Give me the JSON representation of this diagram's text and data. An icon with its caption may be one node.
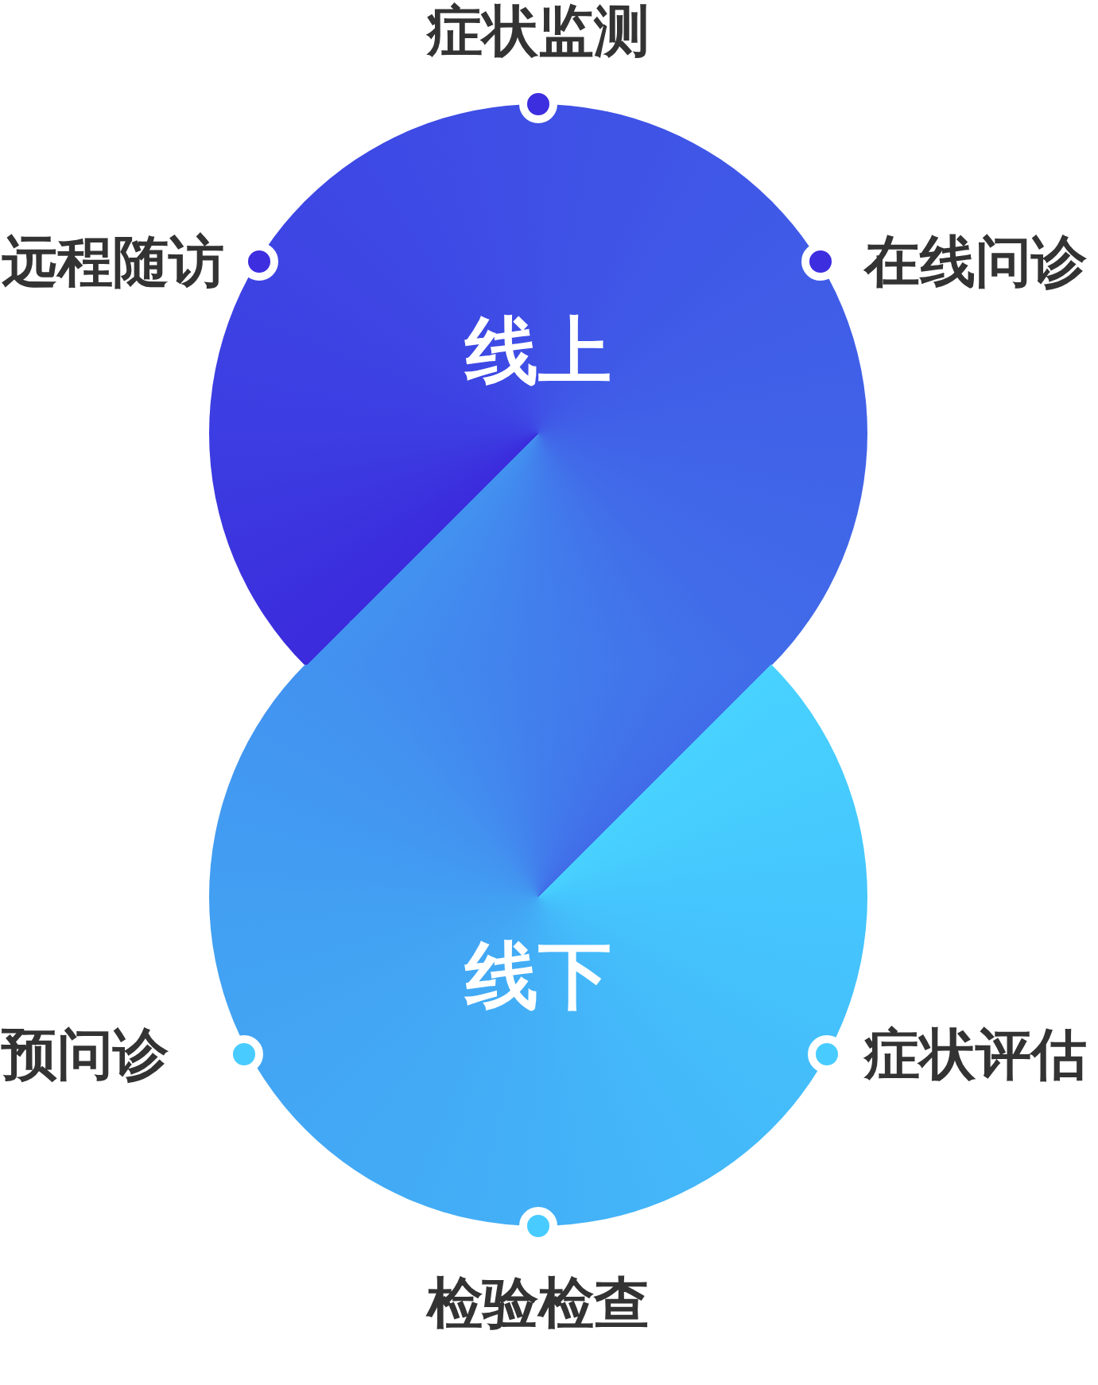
{
  "diagram": {
    "nodes": [
      {
        "text": [
          "线上"
        ]
      },
      {
        "text": [
          "线下"
        ]
      }
    ],
    "labels": [
      "症状监测",
      "远程随访",
      "在线问诊",
      "预问诊",
      "症状评估",
      "检验检查"
    ]
  }
}
